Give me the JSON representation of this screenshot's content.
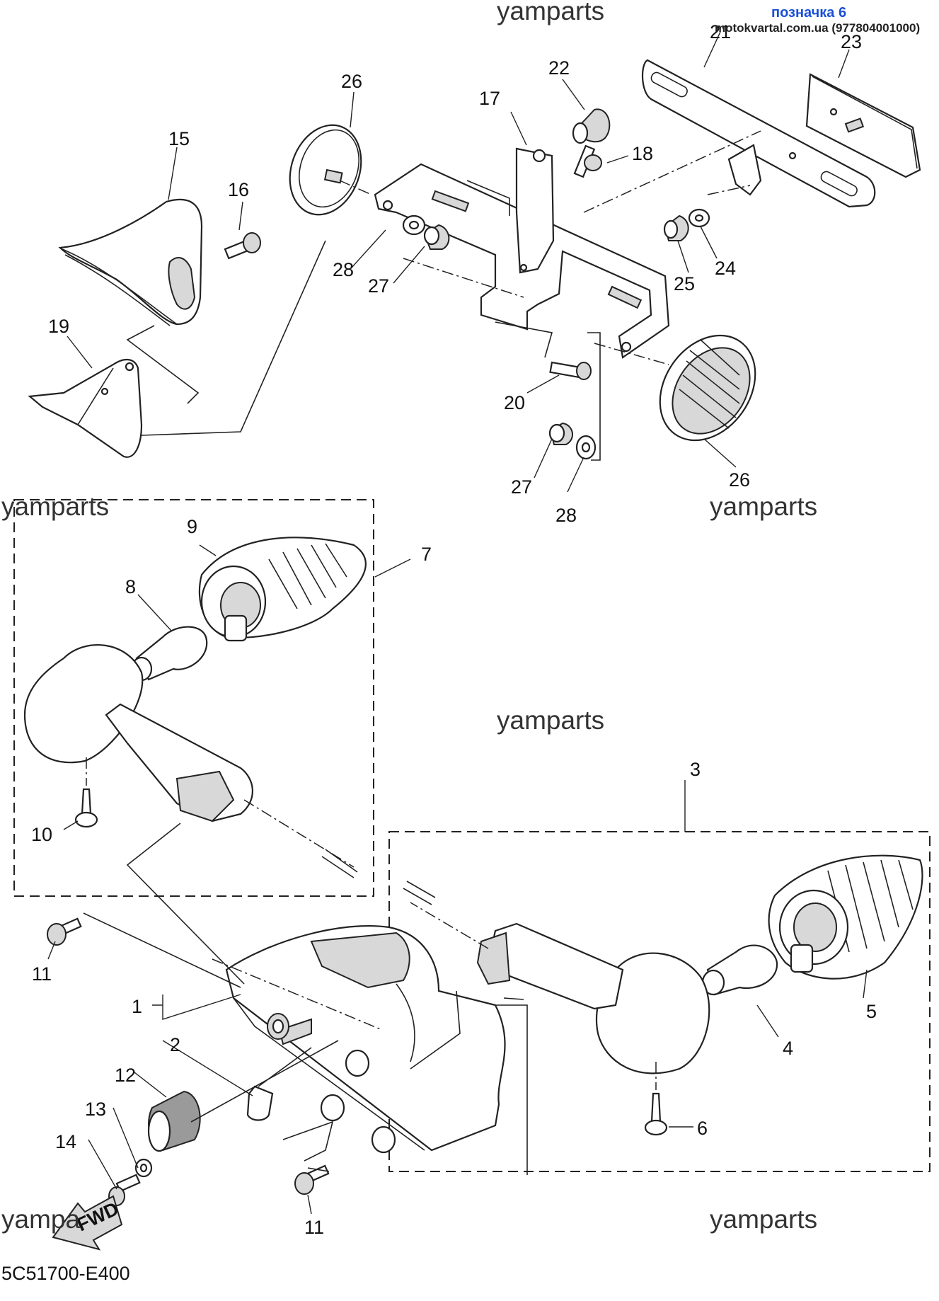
{
  "watermarks": [
    "yamparts",
    "yamparts",
    "yamparts",
    "yamparts",
    "yampa",
    "yamparts"
  ],
  "shop": {
    "tag": "позначка 6",
    "site": "motokvartal.com.ua (977804001000)"
  },
  "diagram_code": "5C51700-E400",
  "fwd_label": "FWD",
  "callouts": {
    "c1": "1",
    "c2": "2",
    "c3": "3",
    "c4": "4",
    "c5": "5",
    "c6": "6",
    "c7": "7",
    "c8": "8",
    "c9": "9",
    "c10": "10",
    "c11a": "11",
    "c11b": "11",
    "c12": "12",
    "c13": "13",
    "c14": "14",
    "c15": "15",
    "c16": "16",
    "c17": "17",
    "c18": "18",
    "c19": "19",
    "c20": "20",
    "c21": "21",
    "c22": "22",
    "c23": "23",
    "c24": "24",
    "c25": "25",
    "c26a": "26",
    "c26b": "26",
    "c27a": "27",
    "c27b": "27",
    "c28a": "28",
    "c28b": "28"
  },
  "colors": {
    "tag": "#1a4fd6",
    "ink": "#222222"
  }
}
